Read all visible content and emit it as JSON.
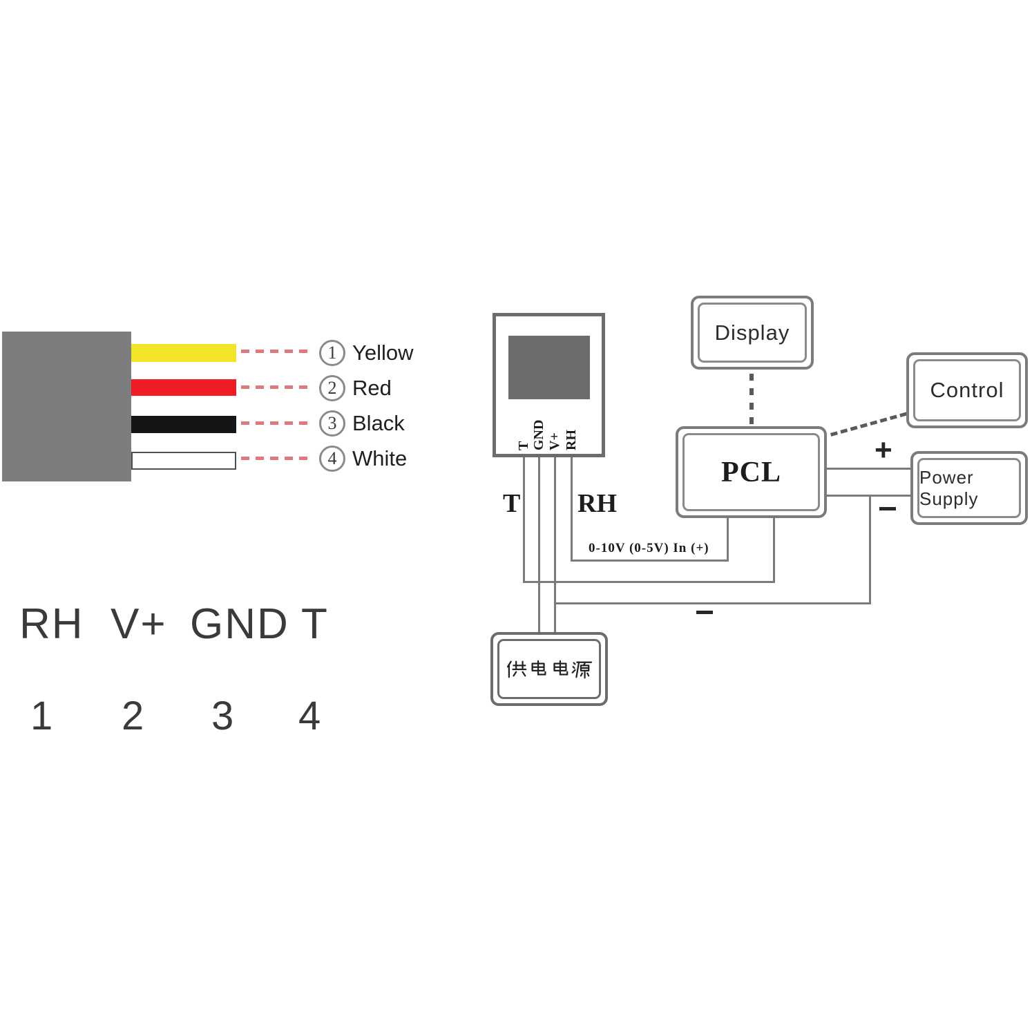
{
  "palette": {
    "wire_yellow": "#f2e426",
    "wire_red": "#ee1c25",
    "wire_black": "#151515",
    "wire_white": "#ffffff",
    "dash_pink": "#e0787e",
    "line_gray": "#7b7b7d",
    "connector_gray": "#7d7d7f"
  },
  "wire_legend": {
    "items": [
      {
        "number": "1",
        "label": "Yellow",
        "hex": "#f2e426"
      },
      {
        "number": "2",
        "label": "Red",
        "hex": "#ee1c25"
      },
      {
        "number": "3",
        "label": "Black",
        "hex": "#151515"
      },
      {
        "number": "4",
        "label": "White",
        "hex": "#ffffff"
      }
    ]
  },
  "pinout": {
    "labels": [
      "RH",
      "V+",
      "GND",
      "T"
    ],
    "numbers": [
      "1",
      "2",
      "3",
      "4"
    ]
  },
  "sensor": {
    "pin_labels": [
      "T",
      "GND",
      "V+",
      "RH"
    ]
  },
  "diagram": {
    "display": "Display",
    "control": "Control",
    "pcl": "PCL",
    "power_supply": "Power Supply",
    "power_source_cn": "供电电源",
    "wire_t": "T",
    "wire_rh": "RH",
    "analog_input": "0-10V (0-5V) In (+)",
    "plus": "+",
    "minus": "−"
  }
}
